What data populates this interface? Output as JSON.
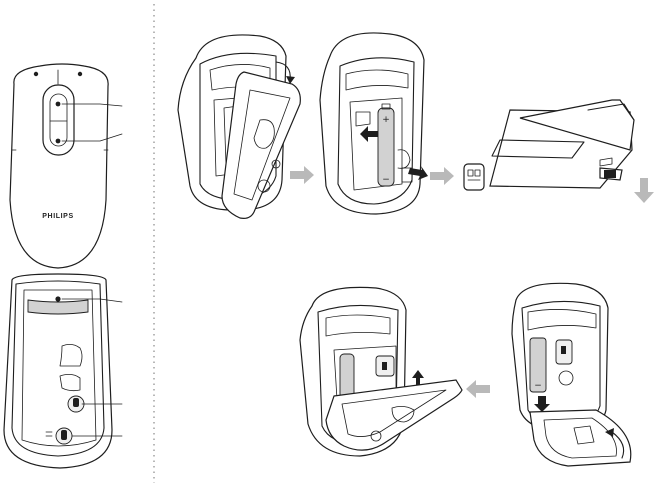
{
  "brand": {
    "logo_text": "PHILIPS"
  },
  "battery": {
    "plus_sign": "+",
    "minus_sign": "−"
  },
  "colors": {
    "line": "#1e1e1e",
    "fill": "#ffffff",
    "shade": "#d2d2d2",
    "arrow": "#b9b9b9",
    "divider": "#9a9a9a"
  },
  "icons": [
    "mouse-top-view",
    "mouse-bottom-view",
    "battery-door-open",
    "battery-inserted",
    "nano-receiver",
    "laptop-usb-port",
    "receiver-storage",
    "battery-door-close",
    "step-arrow",
    "down-arrow"
  ]
}
